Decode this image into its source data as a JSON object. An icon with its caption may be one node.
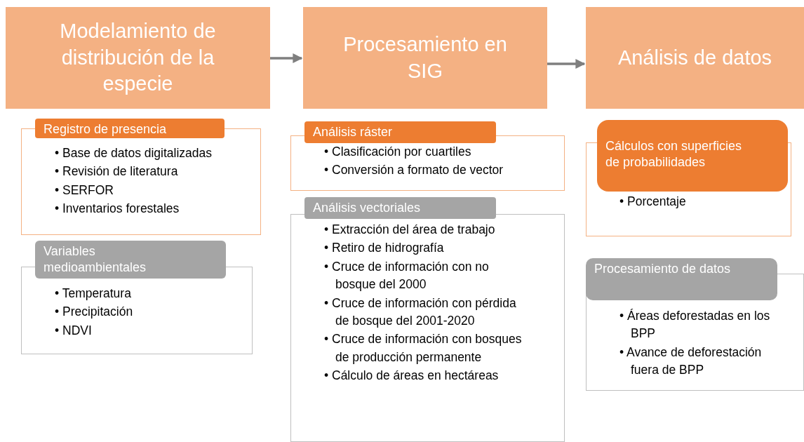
{
  "diagram": {
    "nodes": [
      {
        "text": [
          "Modelamiento de distribución de la especie"
        ]
      },
      {
        "text": [
          "Procesamiento en SIG"
        ]
      },
      {
        "text": [
          "Análisis de datos"
        ]
      },
      {
        "text": [
          "Registro de presencia",
          "• Base de datos digitalizadas",
          "• Revisión de literatura",
          "• SERFOR",
          "• Inventarios forestales"
        ]
      },
      {
        "text": [
          "Variables medioambientales",
          "• Temperatura",
          "• Precipitación",
          "• NDVI"
        ]
      },
      {
        "text": [
          "Análisis ráster",
          "• Clasificación por cuartiles",
          "• Conversión a formato de vector"
        ]
      },
      {
        "text": [
          "Análisis vectoriales",
          "• Extracción del área de trabajo",
          "• Retiro de hidrografía",
          "• Cruce de información con no bosque del 2000",
          "• Cruce de información con pérdida de bosque del 2001-2020",
          "• Cruce de información con bosques de producción permanente",
          "• Cálculo de áreas en hectáreas"
        ]
      },
      {
        "text": [
          "Cálculos con superficies de probabilidades",
          "• Porcentaje"
        ]
      },
      {
        "text": [
          "Procesamiento de datos",
          "• Áreas deforestadas en los BPP",
          "• Avance de deforestación fuera de BPP"
        ]
      }
    ],
    "edges": [
      {
        "from": 0,
        "to": 1,
        "arrow": "to"
      },
      {
        "from": 1,
        "to": 2,
        "arrow": "to"
      }
    ]
  }
}
